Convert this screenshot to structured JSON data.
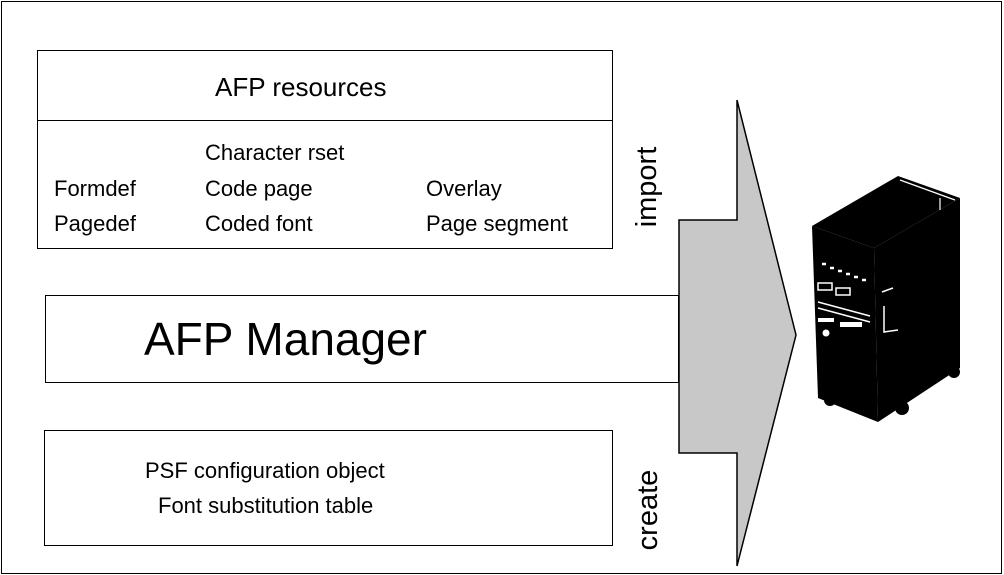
{
  "resources_box": {
    "title": "AFP resources",
    "col1": [
      "Formdef",
      "Pagedef"
    ],
    "col2": [
      "Character rset",
      "Code page",
      "Coded font"
    ],
    "col3": [
      "Overlay",
      "Page segment"
    ]
  },
  "manager_box": {
    "label": "AFP Manager"
  },
  "create_box": {
    "lines": [
      "PSF configuration object",
      "Font substitution table"
    ]
  },
  "arrow_labels": {
    "import": "import",
    "create": "create"
  },
  "colors": {
    "arrow_fill": "#c8c8c8",
    "stroke": "#000000",
    "server": "#000000"
  },
  "icons": {
    "server": "server-tower-icon"
  }
}
